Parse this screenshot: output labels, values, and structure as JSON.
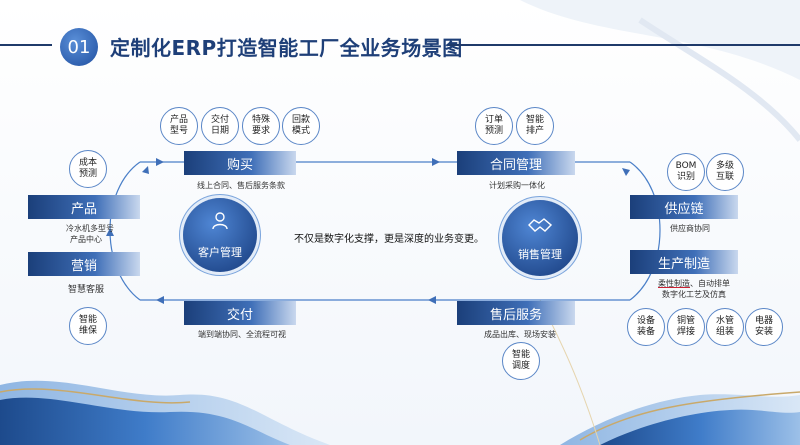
{
  "title": {
    "number": "01",
    "text": "定制化ERP打造智能工厂全业务场景图"
  },
  "center_statement": "不仅是数字化支撑，更是深度的业务变更。",
  "hubs": [
    {
      "label": "客户管理",
      "icon": "person-icon"
    },
    {
      "label": "销售管理",
      "icon": "handshake-icon"
    }
  ],
  "stages": {
    "purchase": {
      "label": "购买",
      "sub": "线上合同、售后服务条款"
    },
    "contract": {
      "label": "合同管理",
      "sub": "计划采购一体化"
    },
    "supply": {
      "label": "供应链",
      "sub": "供应商协同"
    },
    "production": {
      "label": "生产制造",
      "sub_a": "柔性制造",
      "sub_b": "、自动排单",
      "sub_c": "数字化工艺及仿真"
    },
    "after_sales": {
      "label": "售后服务",
      "sub": "成品出库、现场安装"
    },
    "delivery": {
      "label": "交付",
      "sub": "端到端协同、全流程可视"
    },
    "marketing": {
      "label": "营销",
      "sub": "智慧客服"
    },
    "product": {
      "label": "产品",
      "sub_a": "冷水机多型号",
      "sub_b": "产品中心"
    }
  },
  "bubbles": {
    "purchase": [
      {
        "l1": "产品",
        "l2": "型号"
      },
      {
        "l1": "交付",
        "l2": "日期"
      },
      {
        "l1": "特殊",
        "l2": "要求"
      },
      {
        "l1": "回款",
        "l2": "模式"
      }
    ],
    "contract": [
      {
        "l1": "订单",
        "l2": "预测"
      },
      {
        "l1": "智能",
        "l2": "排产"
      }
    ],
    "supply": [
      {
        "l1": "BOM",
        "l2": "识别"
      },
      {
        "l1": "多级",
        "l2": "互联"
      }
    ],
    "production": [
      {
        "l1": "设备",
        "l2": "装备"
      },
      {
        "l1": "铜管",
        "l2": "焊接"
      },
      {
        "l1": "水管",
        "l2": "组装"
      },
      {
        "l1": "电器",
        "l2": "安装"
      }
    ],
    "after_sales": [
      {
        "l1": "智能",
        "l2": "调度"
      }
    ],
    "product": [
      {
        "l1": "成本",
        "l2": "预测"
      }
    ],
    "marketing": [
      {
        "l1": "智能",
        "l2": "维保"
      }
    ]
  },
  "colors": {
    "primary": "#1e3f78",
    "accent": "#3f6fb8",
    "bubble_border": "#5b87c7"
  }
}
